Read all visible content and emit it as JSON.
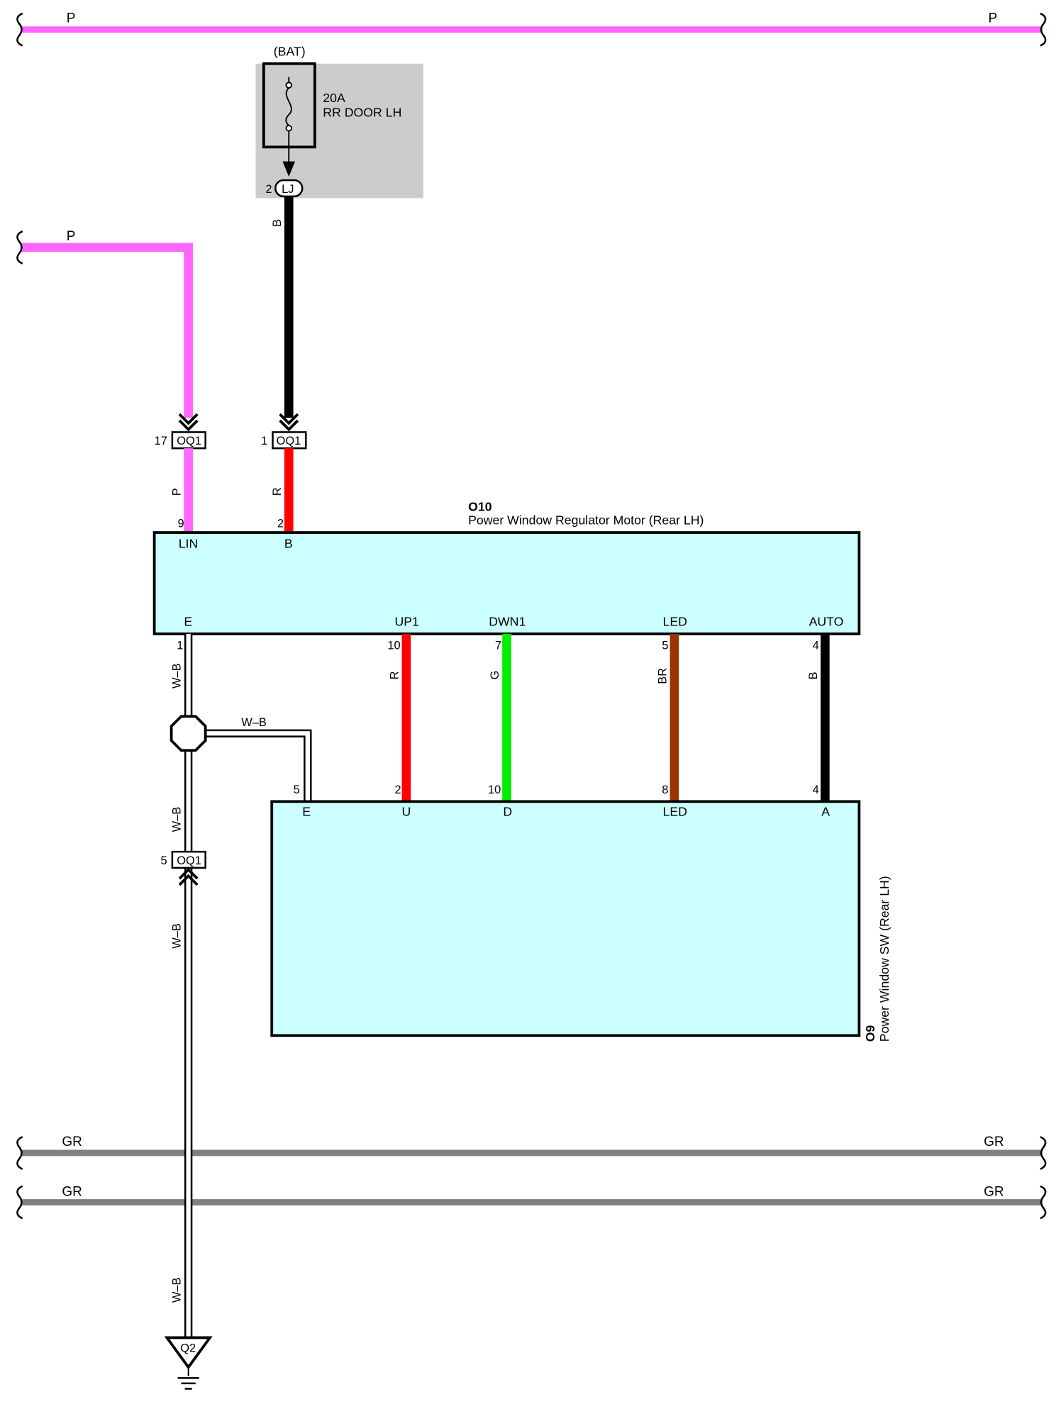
{
  "fuse": {
    "supply": "(BAT)",
    "rating": "20A",
    "name": "RR DOOR LH",
    "connector": "LJ",
    "pin": "2"
  },
  "bus_wires": [
    {
      "color_code": "P",
      "hex": "#ff66ff"
    },
    {
      "color_code": "GR",
      "hex": "#808080"
    },
    {
      "color_code": "GR",
      "hex": "#808080"
    }
  ],
  "branch_wire": {
    "color_code": "P"
  },
  "connectors": {
    "oq1_a": {
      "id": "OQ1",
      "pin": "17"
    },
    "oq1_b": {
      "id": "OQ1",
      "pin": "1"
    },
    "oq1_c": {
      "id": "OQ1",
      "pin": "5"
    },
    "ground": {
      "id": "Q2"
    }
  },
  "wire_codes": {
    "b_from_fuse": "B",
    "p_to_lin": "P",
    "r_to_b": "R",
    "wb_upper": "W–B",
    "wb_branch": "W–B",
    "wb_mid": "W–B",
    "wb_lower": "W–B",
    "wb_ground": "W–B",
    "r_up": "R",
    "g_down": "G",
    "br_led": "BR",
    "b_auto": "B"
  },
  "wire_colors": {
    "R": "#ff0000",
    "G": "#00ee00",
    "BR": "#993300",
    "B": "#000000",
    "P": "#ff66ff",
    "GR": "#808080"
  },
  "motor": {
    "code": "O10",
    "name": "Power Window Regulator Motor (Rear LH)",
    "fill": "#ccffff",
    "top_pins": [
      {
        "terminal": "LIN",
        "pin": "9"
      },
      {
        "terminal": "B",
        "pin": "2"
      }
    ],
    "bottom_pins": [
      {
        "terminal": "E",
        "pin": "1"
      },
      {
        "terminal": "UP1",
        "pin": "10"
      },
      {
        "terminal": "DWN1",
        "pin": "7"
      },
      {
        "terminal": "LED",
        "pin": "5"
      },
      {
        "terminal": "AUTO",
        "pin": "4"
      }
    ]
  },
  "switch": {
    "code": "O9",
    "name": "Power Window SW (Rear LH)",
    "fill": "#ccffff",
    "top_pins": [
      {
        "terminal": "E",
        "pin": "5"
      },
      {
        "terminal": "U",
        "pin": "2"
      },
      {
        "terminal": "D",
        "pin": "10"
      },
      {
        "terminal": "LED",
        "pin": "8"
      },
      {
        "terminal": "A",
        "pin": "4"
      }
    ]
  }
}
